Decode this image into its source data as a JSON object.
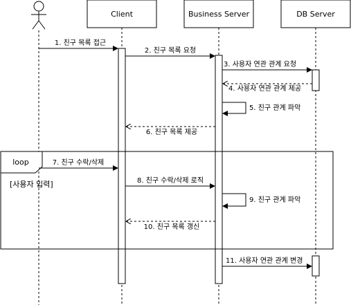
{
  "participants": {
    "actor": {
      "name": ""
    },
    "client": {
      "name": "Client"
    },
    "business": {
      "name": "Business Server"
    },
    "db": {
      "name": "DB Server"
    }
  },
  "loop": {
    "keyword": "loop",
    "condition": "[사용자 입력]"
  },
  "messages": [
    {
      "number": 1,
      "label": "1. 친구 목록 접근",
      "kind": "sync"
    },
    {
      "number": 2,
      "label": "2. 친구 목록 요청",
      "kind": "sync"
    },
    {
      "number": 3,
      "label": "3. 사용자 연관 관계 요청",
      "kind": "sync"
    },
    {
      "number": 4,
      "label": "4. 사용자 연관 관계 제공",
      "kind": "return"
    },
    {
      "number": 5,
      "label": "5. 친구 관계 파악",
      "kind": "self"
    },
    {
      "number": 6,
      "label": "6. 친구 목록 제공",
      "kind": "return"
    },
    {
      "number": 7,
      "label": "7. 친구 수락/삭제",
      "kind": "sync"
    },
    {
      "number": 8,
      "label": "8. 친구 수락/삭제 로직",
      "kind": "sync"
    },
    {
      "number": 9,
      "label": "9. 친구 관계 파악",
      "kind": "self"
    },
    {
      "number": 10,
      "label": "10. 친구 목록 갱신",
      "kind": "return"
    },
    {
      "number": 11,
      "label": "11. 사용자 연관 관계 변경",
      "kind": "sync"
    }
  ],
  "colors": {
    "line": "#000000",
    "background": "#ffffff"
  }
}
